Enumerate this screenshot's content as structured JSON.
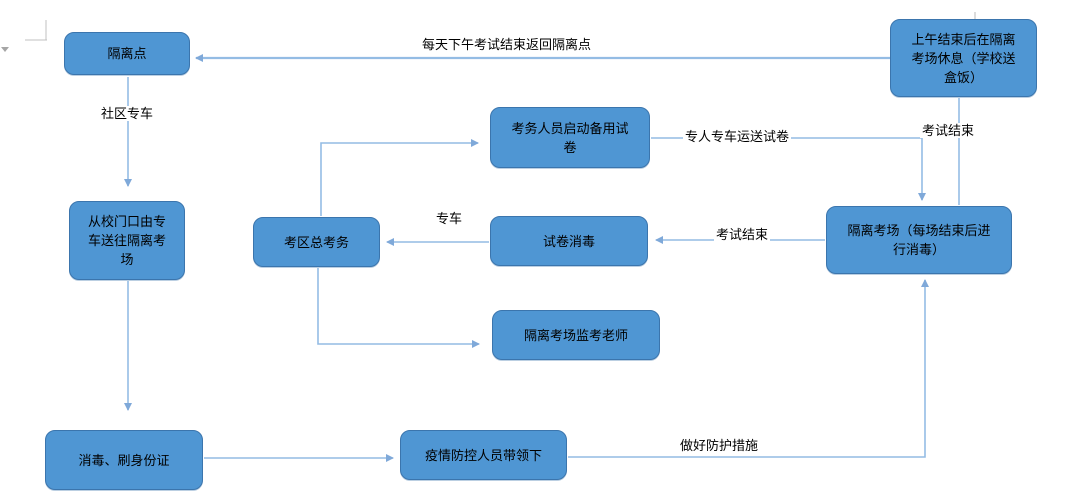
{
  "palette": {
    "node_fill": "#4f96d3",
    "node_border": "#3b75ad",
    "connector": "#94bce4",
    "arrow": "#7fa9d9",
    "text": "#000000",
    "mark": "#c0c0c0"
  },
  "nodes": [
    {
      "id": "isolation-point",
      "label": "隔离点"
    },
    {
      "id": "school-gate-transfer",
      "label": "从校门口由专车送往隔离考场"
    },
    {
      "id": "disinfect-id-check",
      "label": "消毒、刷身份证"
    },
    {
      "id": "exam-area-office",
      "label": "考区总考务"
    },
    {
      "id": "backup-papers",
      "label": "考务人员启动备用试卷"
    },
    {
      "id": "paper-disinfection",
      "label": "试卷消毒"
    },
    {
      "id": "invigilators",
      "label": "隔离考场监考老师"
    },
    {
      "id": "epidemic-staff",
      "label": "疫情防控人员带领下"
    },
    {
      "id": "isolation-exam-room",
      "label": "隔离考场（每场结束后进行消毒）"
    },
    {
      "id": "morning-rest",
      "label": "上午结束后在隔离考场休息（学校送盒饭）"
    }
  ],
  "edge_labels": [
    {
      "id": "return-to-isolation",
      "text": "每天下午考试结束返回隔离点"
    },
    {
      "id": "community-bus",
      "text": "社区专车"
    },
    {
      "id": "dedicated-transport",
      "text": "专人专车运送试卷"
    },
    {
      "id": "exam-end-top",
      "text": "考试结束"
    },
    {
      "id": "dedicated-bus",
      "text": "专车"
    },
    {
      "id": "exam-end-mid",
      "text": "考试结束"
    },
    {
      "id": "protective-measures",
      "text": "做好防护措施"
    }
  ]
}
